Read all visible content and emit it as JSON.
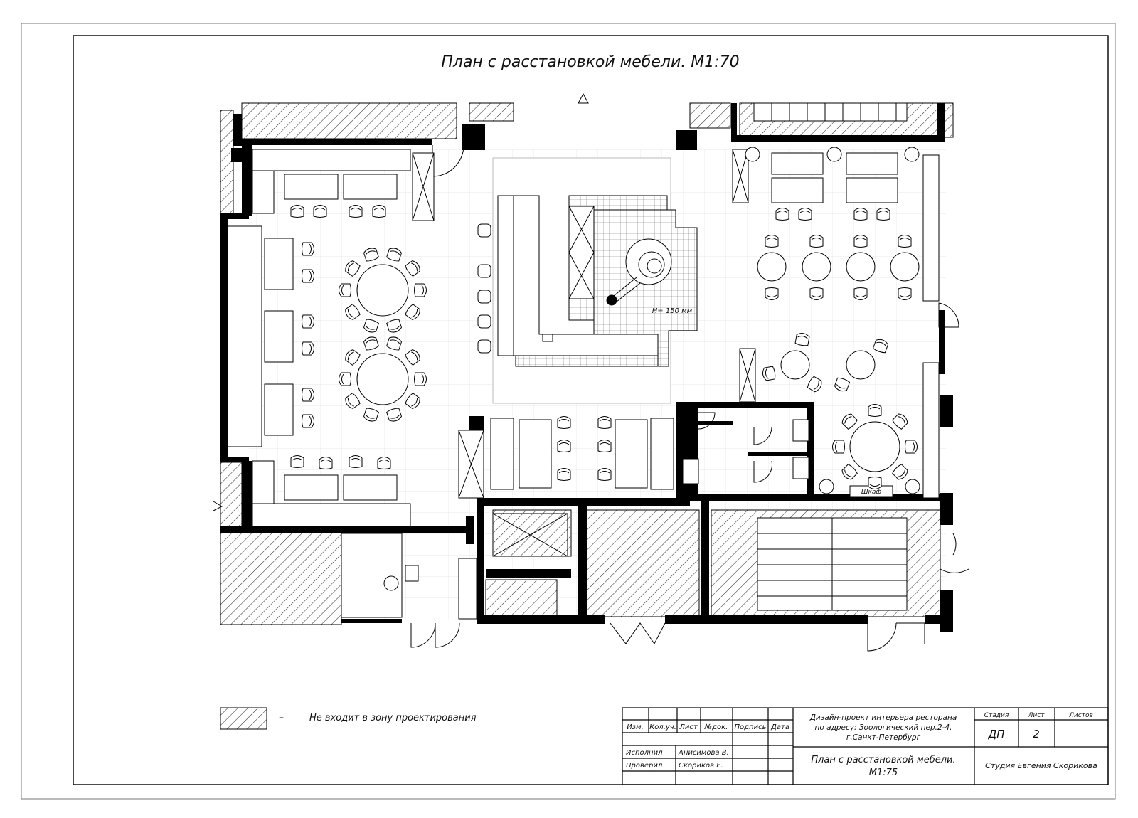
{
  "drawing": {
    "title": "План с расстановкой мебели. М1:70",
    "height_note": "H= 150 мм",
    "wardrobe_label": "Шкаф"
  },
  "legend": {
    "dash": "–",
    "text": "Не входит в зону проектирования"
  },
  "title_block": {
    "headers": [
      "Изм.",
      "Кол.уч.",
      "Лист",
      "№док.",
      "Подпись",
      "Дата"
    ],
    "roles": [
      {
        "role": "Исполнил",
        "name": "Анисимова В."
      },
      {
        "role": "Проверил",
        "name": "Скориков Е."
      }
    ],
    "project": [
      "Дизайн-проект интерьера ресторана",
      "по адресу: Зоологический пер.2-4.",
      "г.Санкт-Петербург"
    ],
    "sheet_title": [
      "План с расстановкой мебели.",
      "М1:75"
    ],
    "stage_header": "Стадия",
    "sheet_header": "Лист",
    "sheets_header": "Листов",
    "stage": "ДП",
    "sheet_no": "2",
    "studio": "Студия Евгения Скорикова"
  }
}
